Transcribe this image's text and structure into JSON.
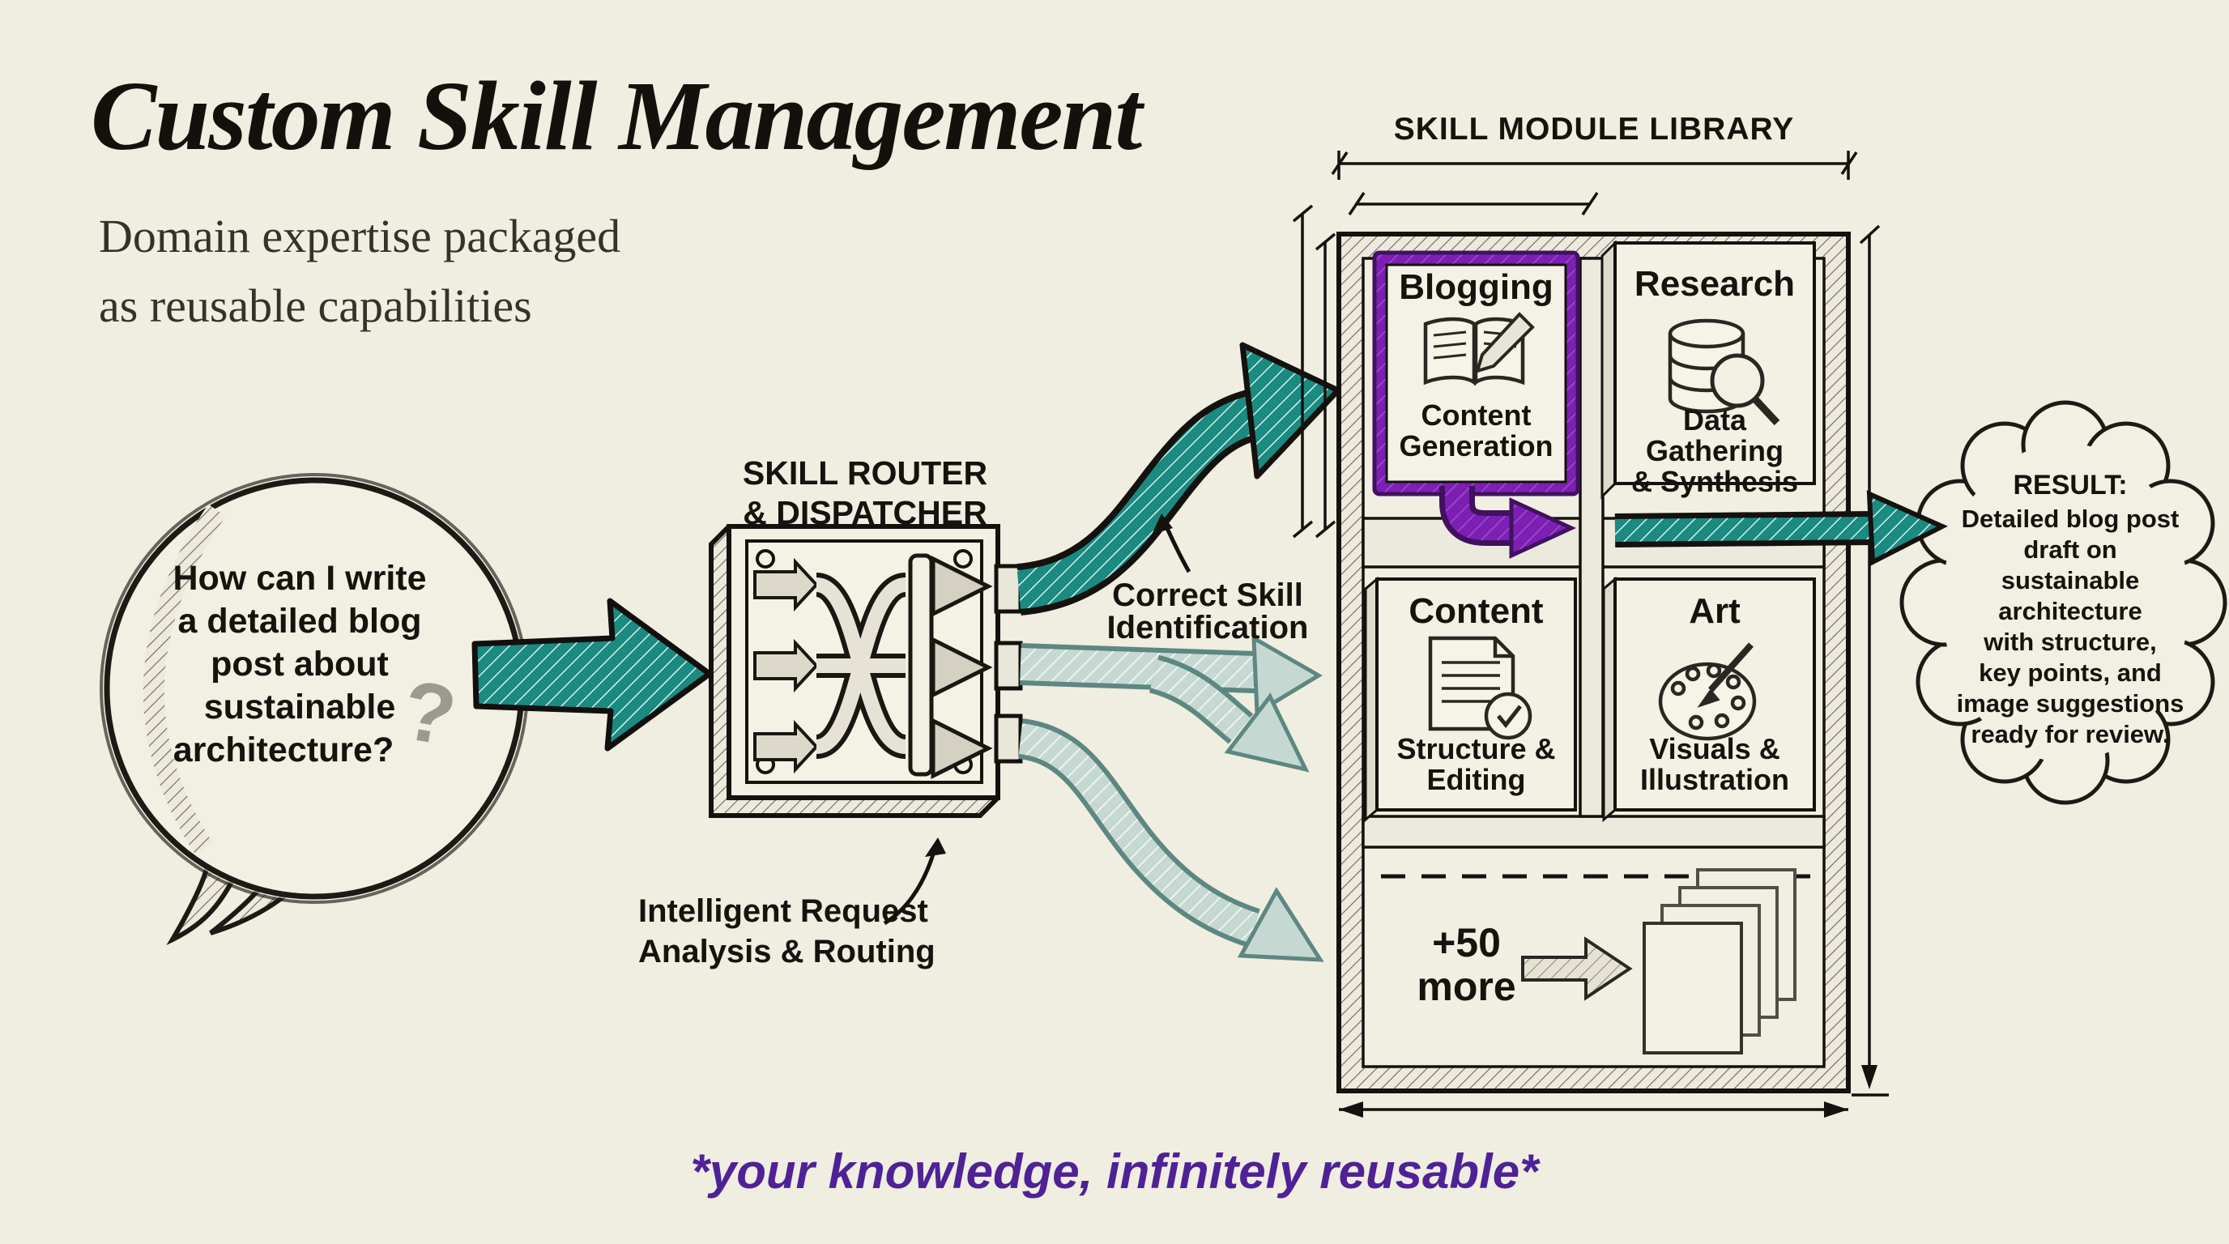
{
  "title": "Custom Skill Management",
  "subtitle_line1": "Domain expertise packaged",
  "subtitle_line2": "as reusable capabilities",
  "speech_bubble": {
    "lines": [
      "How can I write",
      "a detailed blog",
      "post about",
      "sustainable",
      "architecture?"
    ],
    "question_mark": "?"
  },
  "router": {
    "label_line1": "SKILL ROUTER",
    "label_line2": "& DISPATCHER",
    "caption_line1": "Intelligent Request",
    "caption_line2": "Analysis & Routing"
  },
  "annotations": {
    "correct_line1": "Correct Skill",
    "correct_line2": "Identification"
  },
  "library": {
    "title": "SKILL MODULE LIBRARY",
    "modules": [
      {
        "name": "Blogging",
        "desc_line1": "Content",
        "desc_line2": "Generation",
        "icon": "book-pencil-icon",
        "highlighted": true
      },
      {
        "name": "Research",
        "desc_line1": "Data Gathering",
        "desc_line2": "& Synthesis",
        "icon": "database-search-icon",
        "highlighted": false
      },
      {
        "name": "Content",
        "desc_line1": "Structure &",
        "desc_line2": "Editing",
        "icon": "document-check-icon",
        "highlighted": false
      },
      {
        "name": "Art",
        "desc_line1": "Visuals &",
        "desc_line2": "Illustration",
        "icon": "palette-brush-icon",
        "highlighted": false
      }
    ],
    "more_line1": "+50",
    "more_line2": "more"
  },
  "result_cloud": {
    "heading": "RESULT:",
    "lines": [
      "Detailed blog post",
      "draft on",
      "sustainable",
      "architecture",
      "with structure,",
      "key points, and",
      "image suggestions",
      "ready for review."
    ]
  },
  "footer": "*your knowledge, infinitely reusable*",
  "colors": {
    "background": "#F0EDE1",
    "ink": "#16130F",
    "teal": "#1B8A80",
    "teal_faded": "#C6D8D2",
    "purple": "#7D1FB3",
    "purple_dark": "#41115F",
    "footer_purple": "#4E2296",
    "question_mark_gray": "#9C9A90"
  }
}
